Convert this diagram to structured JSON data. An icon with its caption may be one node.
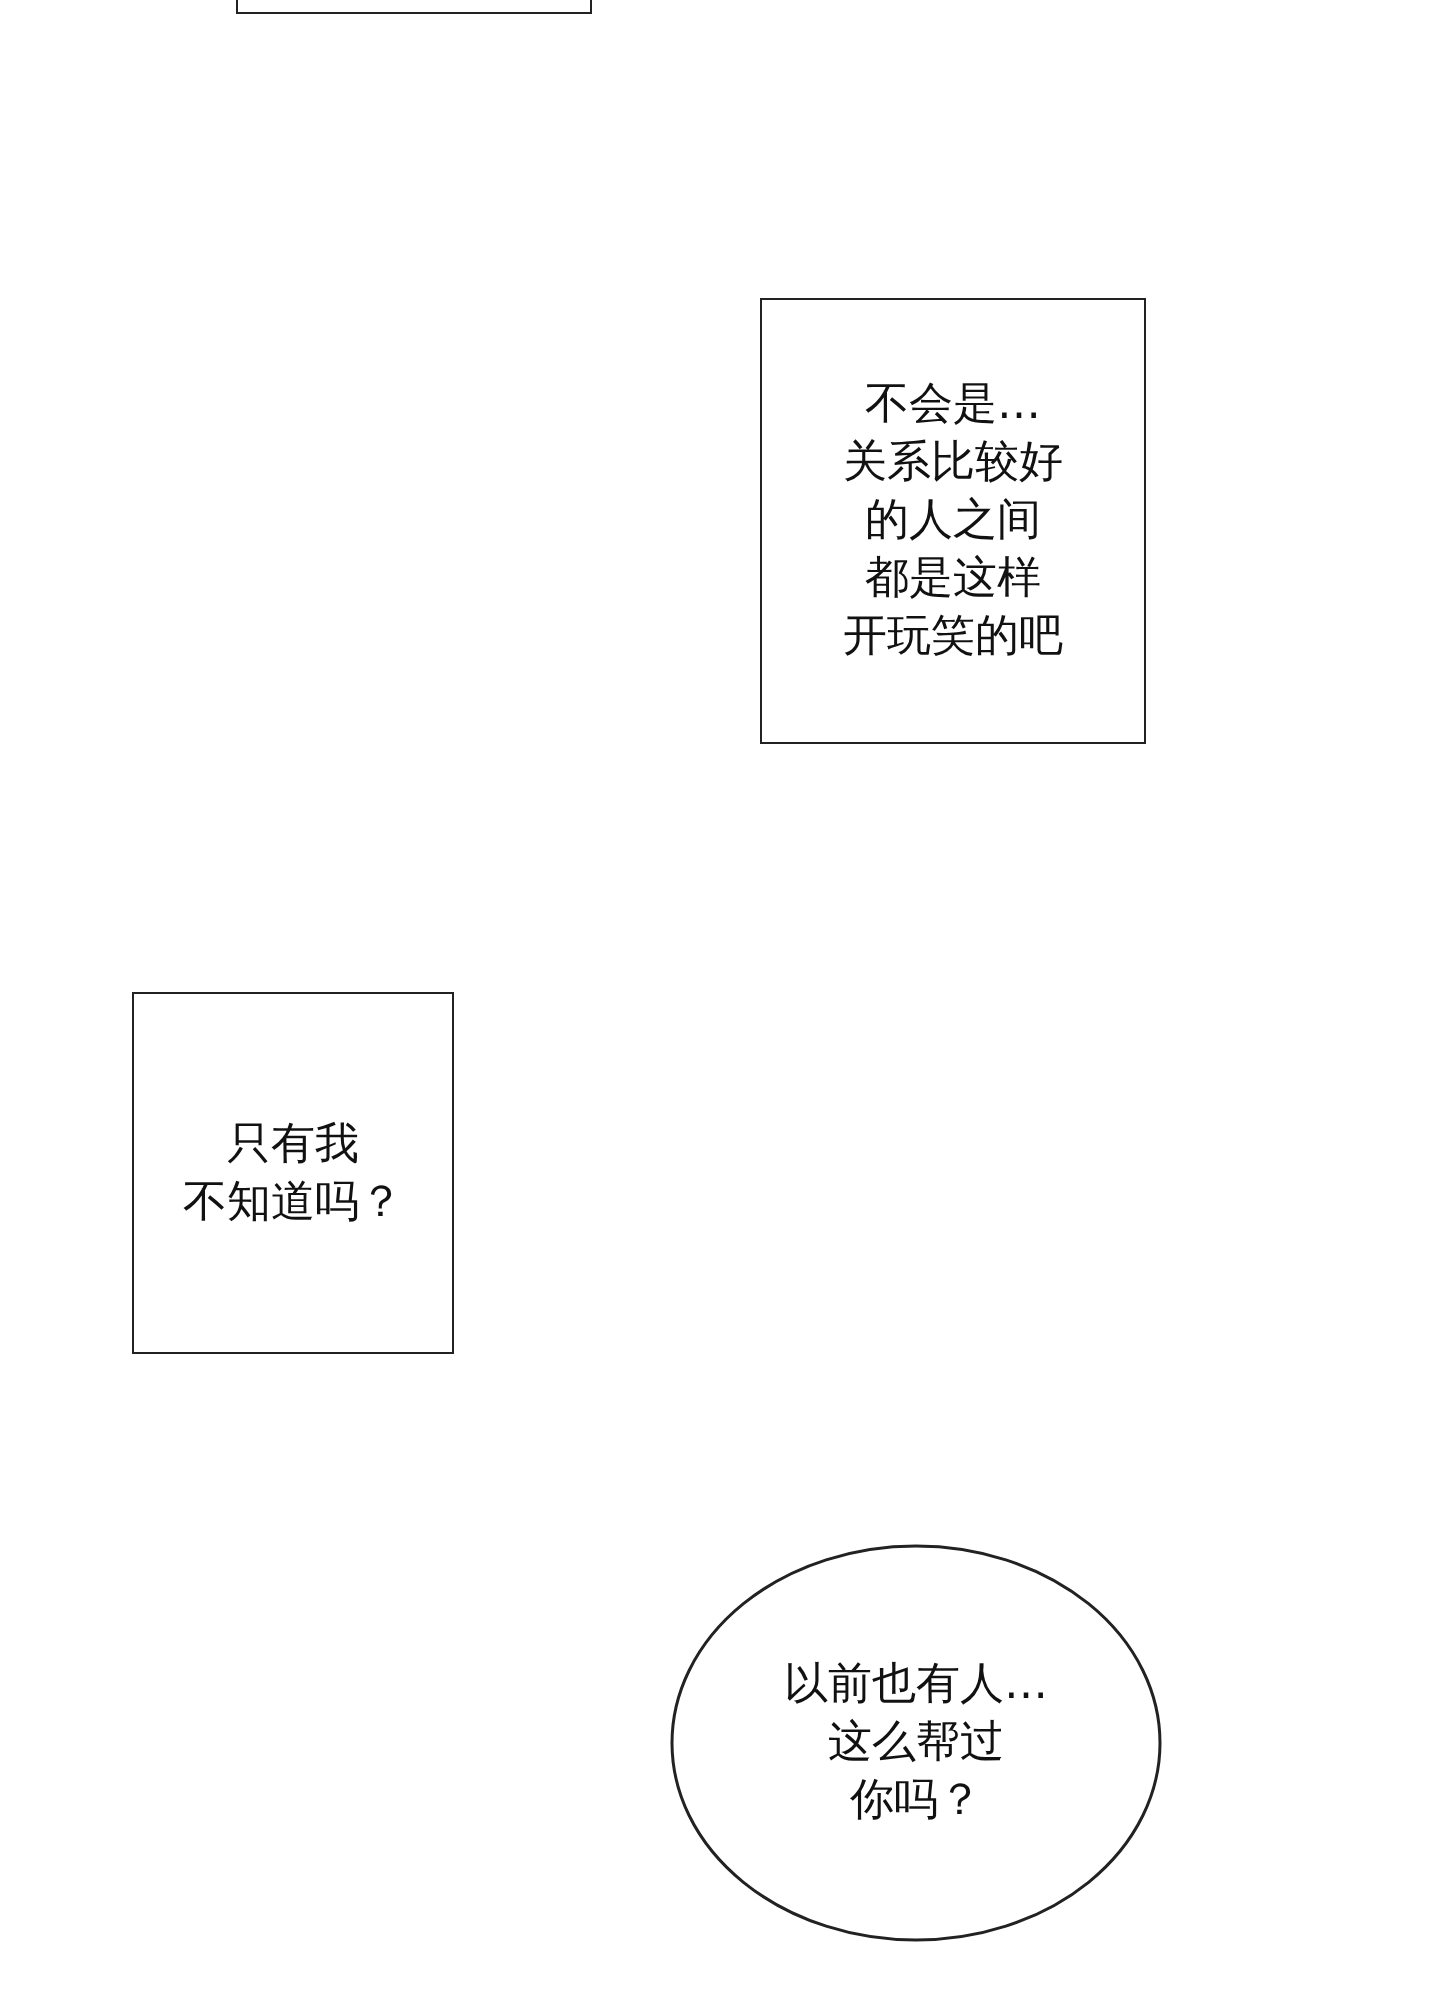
{
  "diagram": {
    "nodes": [
      {
        "text": [],
        "shape": "box"
      },
      {
        "text": [
          "不会是…关系比较好的人之间都是这样开玩笑的吧"
        ]
      },
      {
        "text": [
          "只有我不知道吗？"
        ]
      },
      {
        "text": [
          "以前也有人…这么帮过你吗？"
        ]
      }
    ]
  }
}
